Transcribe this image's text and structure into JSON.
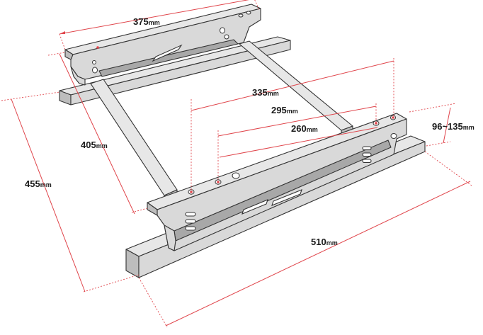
{
  "dimensions": {
    "top_width": {
      "value": "375",
      "unit": "mm"
    },
    "outer_holes": {
      "value": "335",
      "unit": "mm"
    },
    "mid_holes": {
      "value": "295",
      "unit": "mm"
    },
    "inner_holes": {
      "value": "260",
      "unit": "mm"
    },
    "height": {
      "value": "96~135",
      "unit": "mm"
    },
    "inner_depth": {
      "value": "405",
      "unit": "mm"
    },
    "outer_depth": {
      "value": "455",
      "unit": "mm"
    },
    "rail_length": {
      "value": "510",
      "unit": "mm"
    }
  },
  "colors": {
    "dimension_lines": "#e0454b",
    "metal": "#d9d9d9",
    "outline": "#333333"
  }
}
